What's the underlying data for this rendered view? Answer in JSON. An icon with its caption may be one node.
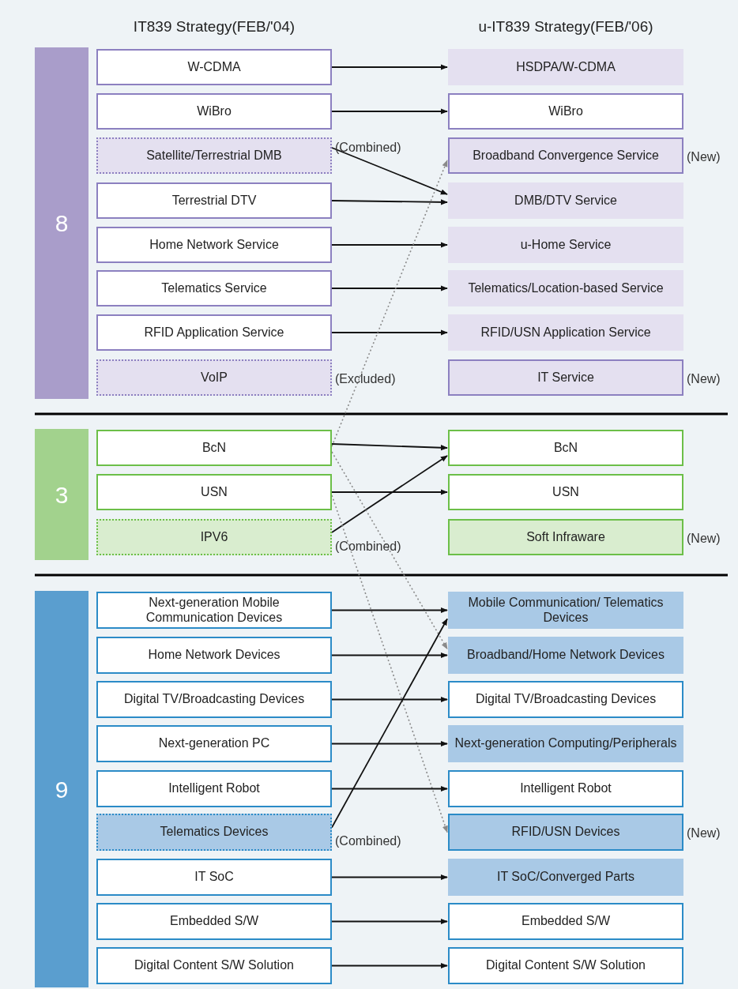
{
  "diagram": {
    "nodes": [
      {
        "text": [
          "8"
        ]
      },
      {
        "text": [
          "W-CDMA"
        ]
      },
      {
        "text": [
          "WiBro"
        ]
      },
      {
        "text": [
          "Satellite/Terrestrial DMB"
        ],
        "beside": [
          "(Combined)"
        ]
      },
      {
        "text": [
          "Terrestrial DTV"
        ]
      },
      {
        "text": [
          "Home Network Service"
        ]
      },
      {
        "text": [
          "Telematics Service"
        ]
      },
      {
        "text": [
          "RFID Application Service"
        ]
      },
      {
        "text": [
          "VoIP"
        ],
        "beside": [
          "(Excluded)"
        ]
      },
      {
        "text": [
          "HSDPA/W-CDMA"
        ]
      },
      {
        "text": [
          "WiBro"
        ]
      },
      {
        "text": [
          "Broadband Convergence Service"
        ],
        "beside": [
          "(New)"
        ]
      },
      {
        "text": [
          "DMB/DTV Service"
        ]
      },
      {
        "text": [
          "u-Home Service"
        ]
      },
      {
        "text": [
          "Telematics/Location-based Service"
        ]
      },
      {
        "text": [
          "RFID/USN Application Service"
        ]
      },
      {
        "text": [
          "IT Service"
        ],
        "beside": [
          "(New)"
        ]
      },
      {
        "text": [
          "3"
        ]
      },
      {
        "text": [
          "BcN"
        ]
      },
      {
        "text": [
          "USN"
        ]
      },
      {
        "text": [
          "IPV6"
        ],
        "beside": [
          "(Combined)"
        ]
      },
      {
        "text": [
          "BcN"
        ]
      },
      {
        "text": [
          "USN"
        ]
      },
      {
        "text": [
          "Soft Infraware"
        ],
        "beside": [
          "(New)"
        ]
      },
      {
        "text": [
          "9"
        ]
      },
      {
        "text": [
          "Next-generation Mobile Communication Devices"
        ]
      },
      {
        "text": [
          "Home Network Devices"
        ]
      },
      {
        "text": [
          "Digital TV/Broadcasting Devices"
        ]
      },
      {
        "text": [
          "Next-generation PC"
        ]
      },
      {
        "text": [
          "Intelligent Robot"
        ]
      },
      {
        "text": [
          "Telematics Devices"
        ],
        "beside": [
          "(Combined)"
        ]
      },
      {
        "text": [
          "IT SoC"
        ]
      },
      {
        "text": [
          "Embedded S/W"
        ]
      },
      {
        "text": [
          "Digital Content S/W Solution"
        ]
      },
      {
        "text": [
          "Mobile Communication/ Telematics Devices"
        ]
      },
      {
        "text": [
          "Broadband/Home Network Devices"
        ]
      },
      {
        "text": [
          "Digital TV/Broadcasting Devices"
        ]
      },
      {
        "text": [
          "Next-generation Computing/Peripherals"
        ]
      },
      {
        "text": [
          "Intelligent Robot"
        ]
      },
      {
        "text": [
          "RFID/USN Devices"
        ],
        "beside": [
          "(New)"
        ]
      },
      {
        "text": [
          "IT SoC/Converged Parts"
        ]
      },
      {
        "text": [
          "Embedded S/W"
        ]
      },
      {
        "text": [
          "Digital Content S/W Solution"
        ]
      }
    ],
    "edges": [
      {
        "from": 1,
        "to": 9,
        "arrow": "to"
      },
      {
        "from": 2,
        "to": 10,
        "arrow": "to"
      },
      {
        "from": 3,
        "to": 12,
        "arrow": "to"
      },
      {
        "from": 4,
        "to": 12,
        "arrow": "to"
      },
      {
        "from": 5,
        "to": 13,
        "arrow": "to"
      },
      {
        "from": 6,
        "to": 14,
        "arrow": "to"
      },
      {
        "from": 7,
        "to": 15,
        "arrow": "to"
      },
      {
        "from": 18,
        "to": 11,
        "arrow": "to",
        "style": "dashed",
        "color": "#8a8a8a"
      },
      {
        "from": 18,
        "to": 21,
        "arrow": "to"
      },
      {
        "from": 19,
        "to": 22,
        "arrow": "to"
      },
      {
        "from": 20,
        "to": 21,
        "arrow": "to"
      },
      {
        "from": 18,
        "to": 35,
        "arrow": "to",
        "style": "dashed",
        "color": "#8a8a8a"
      },
      {
        "from": 19,
        "to": 39,
        "arrow": "to",
        "style": "dashed",
        "color": "#8a8a8a"
      },
      {
        "from": 25,
        "to": 34,
        "arrow": "to"
      },
      {
        "from": 26,
        "to": 35,
        "arrow": "to"
      },
      {
        "from": 27,
        "to": 36,
        "arrow": "to"
      },
      {
        "from": 28,
        "to": 37,
        "arrow": "to"
      },
      {
        "from": 29,
        "to": 38,
        "arrow": "to"
      },
      {
        "from": 30,
        "to": 34,
        "arrow": "to"
      },
      {
        "from": 31,
        "to": 40,
        "arrow": "to"
      },
      {
        "from": 32,
        "to": 41,
        "arrow": "to"
      },
      {
        "from": 33,
        "to": 42,
        "arrow": "to"
      }
    ],
    "labels": [
      "IT839 Strategy(FEB/'04)",
      "u-IT839 Strategy(FEB/'06)"
    ]
  }
}
